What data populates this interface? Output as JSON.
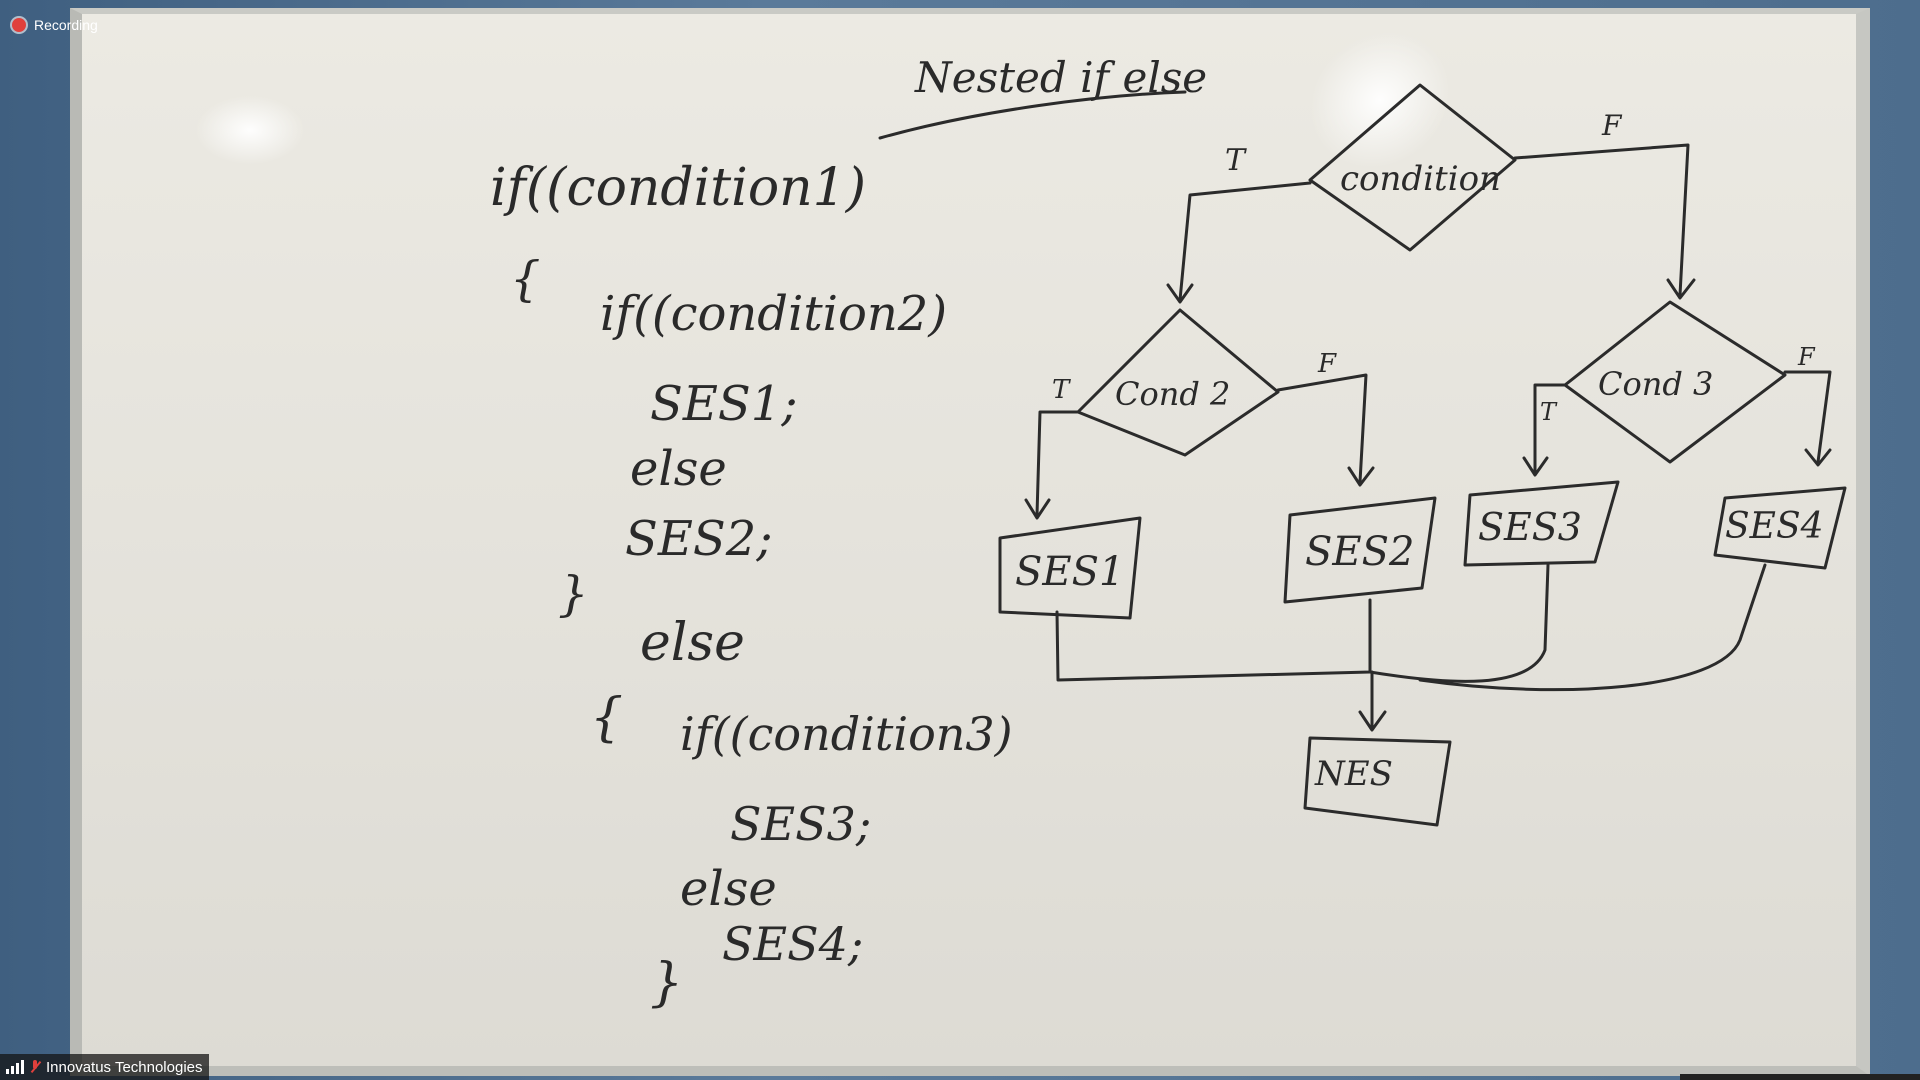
{
  "recording": {
    "label": "Recording"
  },
  "participant": {
    "name": "Innovatus Technologies"
  },
  "whiteboard": {
    "title": "Nested if else",
    "code_lines": [
      "if((condition1)",
      "{",
      "if((condition2)",
      "SES1;",
      "else",
      "SES2;",
      "}",
      "else",
      "{",
      "if((condition3)",
      "SES3;",
      "else",
      "SES4;",
      "}"
    ],
    "flowchart": {
      "cond1": "condition",
      "cond2": "Cond 2",
      "cond3": "Cond 3",
      "true_label": "T",
      "false_label": "F",
      "ses1": "SES1",
      "ses2": "SES2",
      "ses3": "SES3",
      "ses4": "SES4",
      "nes": "NES"
    }
  }
}
